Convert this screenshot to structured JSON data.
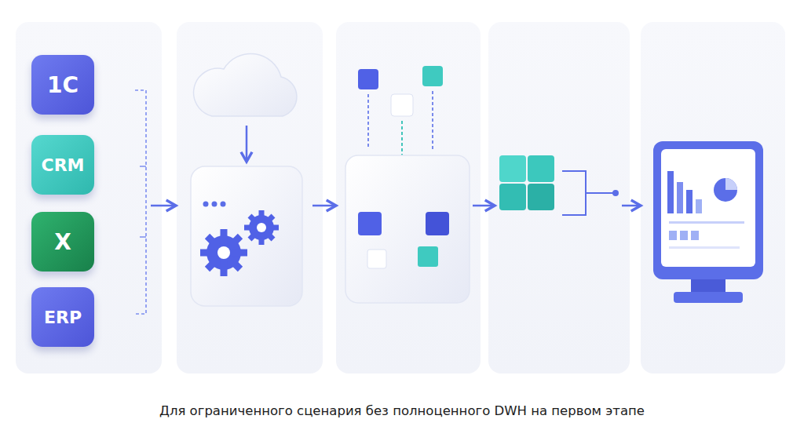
{
  "diagram": {
    "caption": "Для ограниченного сценария без полноценного DWH на первом этапе",
    "nodes": [
      {
        "text": [
          "1С"
        ]
      },
      {
        "text": [
          "CRM"
        ]
      },
      {
        "text": [
          "X"
        ]
      },
      {
        "text": [
          "ERP"
        ]
      }
    ]
  }
}
